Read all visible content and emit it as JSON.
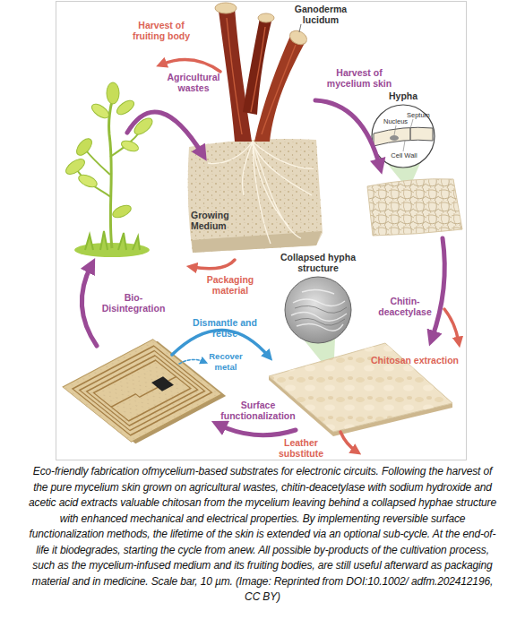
{
  "diagram": {
    "caption": "Eco-friendly fabrication ofmycelium-based substrates for electronic circuits. Following the harvest of the pure mycelium skin grown on agricultural wastes, chitin-deacetylase with sodium hydroxide and acetic acid extracts valuable chitosan from the mycelium leaving behind a collapsed hyphae structure with enhanced mechanical and electrical properties. By implementing reversible surface functionalization methods, the lifetime of the skin is extended via an optional sub-cycle. At the end-of-life it biodegrades, starting the cycle from anew. All possible by-products of the cultivation process, such as the mycelium-infused medium and its fruiting bodies, are still useful afterward as packaging material and in medicine. Scale bar, 10 µm. (Image: Reprinted from DOI:10.1002/ adfm.202412196, CC BY)",
    "nodes": [
      {
        "text": [
          "Hypha",
          "Septum",
          "Nucleus",
          "Cell Wall"
        ]
      },
      {
        "text": [
          "Growing Medium"
        ]
      },
      {
        "text": [
          "Collapsed hypha structure"
        ]
      }
    ],
    "labels": [
      "Ganoderma lucidum",
      "Harvest of fruiting body",
      "Agricultural wastes",
      "Harvest of mycelium skin",
      "Packaging material",
      "Bio-Disintegration",
      "Chitin-deacetylase",
      "Chitosan extraction",
      "Dismantle and reuse",
      "Recover metal",
      "Surface functionalization",
      "Leather substitute"
    ]
  }
}
